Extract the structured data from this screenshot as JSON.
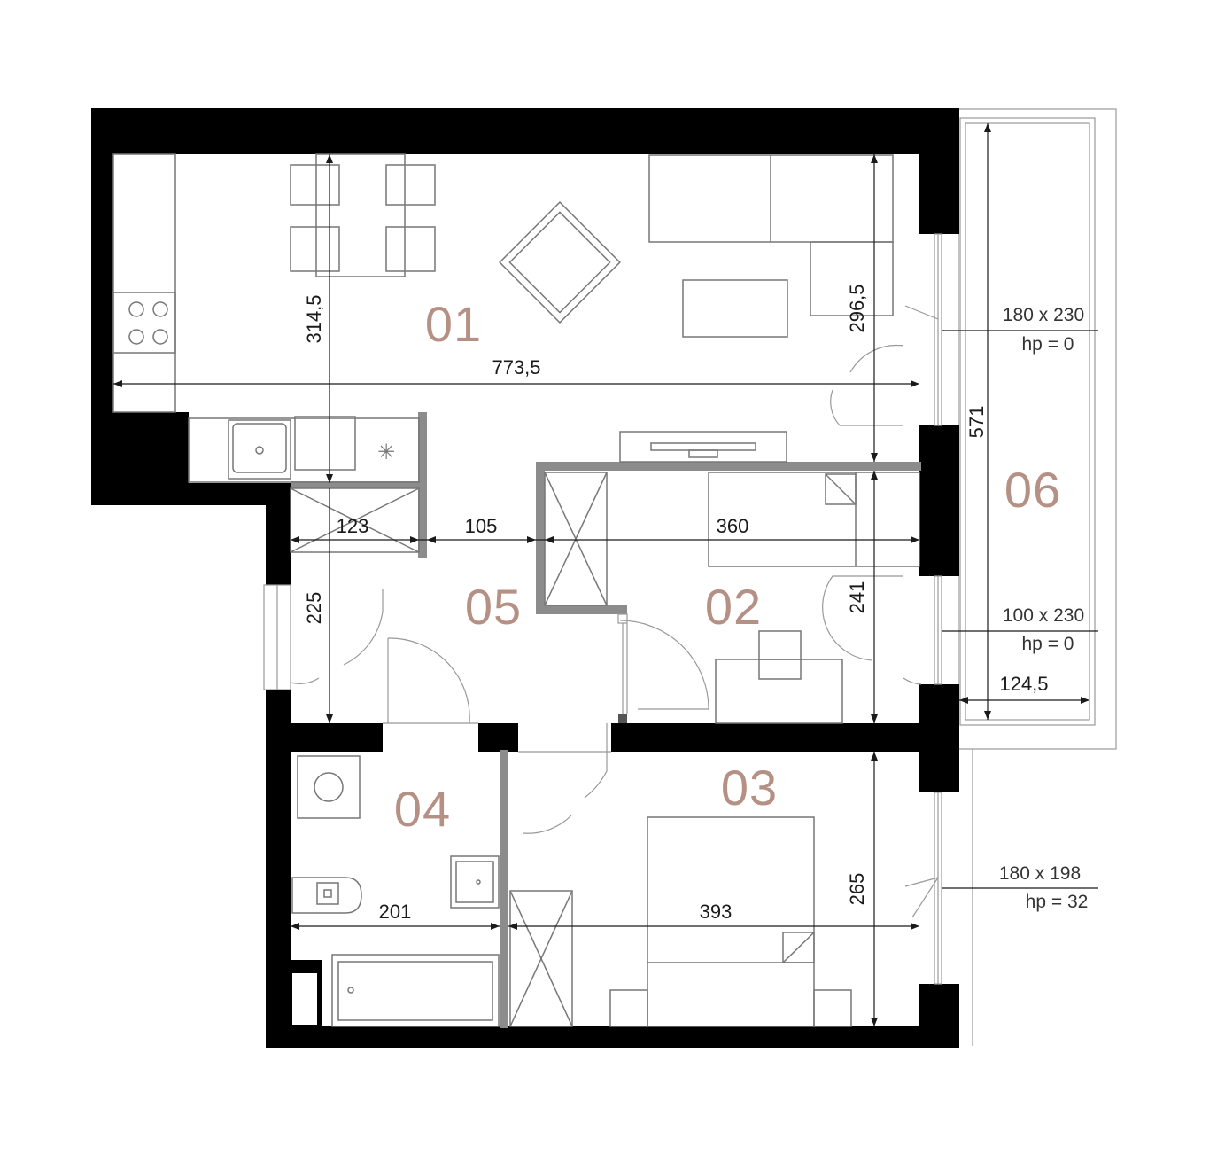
{
  "rooms": {
    "r01": "01",
    "r02": "02",
    "r03": "03",
    "r04": "04",
    "r05": "05",
    "r06": "06"
  },
  "dimensions": {
    "living_height": "314,5",
    "living_width": "773,5",
    "living_height_right": "296,5",
    "balcony_length": "571",
    "kitchen_width": "123",
    "corridor_width": "105",
    "room02_width": "360",
    "hall_height": "225",
    "room02_height": "241",
    "balcony_width": "124,5",
    "bath_width": "201",
    "room03_width": "393",
    "room03_height": "265"
  },
  "windows": [
    {
      "size": "180 x 230",
      "hp": "hp = 0"
    },
    {
      "size": "100 x 230",
      "hp": "hp = 0"
    },
    {
      "size": "180 x 198",
      "hp": "hp = 32"
    }
  ],
  "colors": {
    "wall": "#000000",
    "partition": "#8c8c8c",
    "room_label": "#b59084",
    "furniture": "#777777"
  }
}
